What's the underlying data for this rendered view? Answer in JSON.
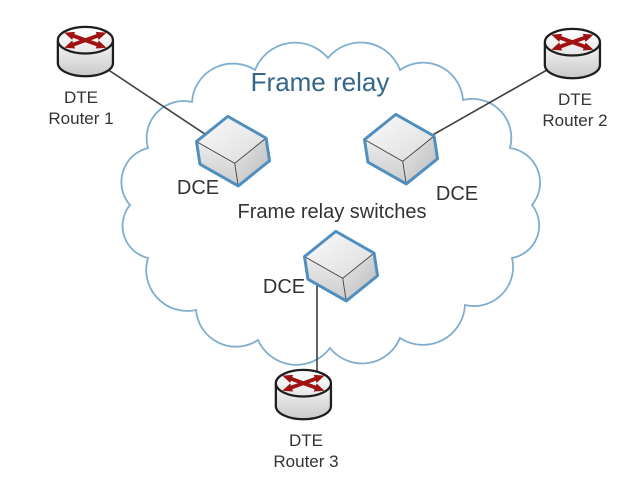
{
  "diagram": {
    "cloud_title": "Frame relay",
    "switches_caption": "Frame relay switches",
    "routers": [
      {
        "type_label": "DTE",
        "name": "Router 1"
      },
      {
        "type_label": "DTE",
        "name": "Router 2"
      },
      {
        "type_label": "DTE",
        "name": "Router 3"
      }
    ],
    "switches": [
      {
        "label": "DCE"
      },
      {
        "label": "DCE"
      },
      {
        "label": "DCE"
      }
    ],
    "colors": {
      "cloud_outline": "#7FAECF",
      "cloud_title_text": "#336688",
      "switch_box_outline": "#4E8FC0",
      "router_arrows": "#A01212",
      "label_text": "#333333",
      "connection_line": "#3F3F3F",
      "background": "#FFFFFF"
    }
  }
}
